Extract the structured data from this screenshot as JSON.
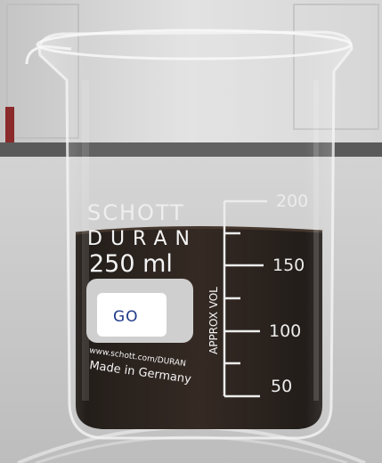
{
  "beaker": {
    "brand": "SCHOTT",
    "line": "DURAN",
    "capacity": "250 ml",
    "approx_vol": "APPROX VOL",
    "website": "www.schott.com/DURAN",
    "origin": "Made in Germany",
    "graduations": [
      "200",
      "150",
      "100",
      "50"
    ]
  },
  "sample_label": {
    "text": "GO"
  },
  "colors": {
    "liquid": "#1c1511",
    "background_wall": "#d9d9d9",
    "counter": "#c9c9c9",
    "label_ink": "#1f3a8a"
  }
}
